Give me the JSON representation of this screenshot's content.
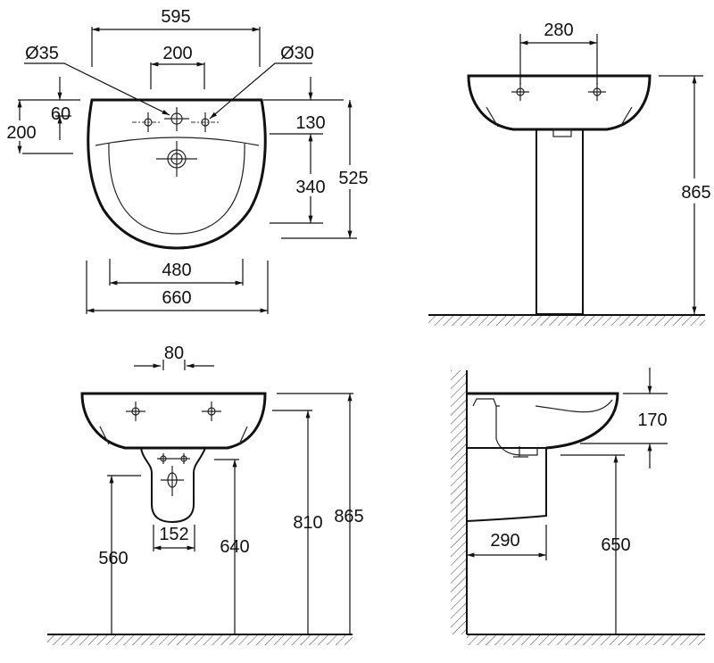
{
  "title": "Washbasin dimensional drawing",
  "units": "mm",
  "colors": {
    "line": "#111111",
    "background": "#ffffff"
  },
  "views": {
    "top": {
      "width_holes_outer": "595",
      "tap_spacing": "200",
      "hole_left_diameter": "Ø35",
      "hole_right_diameter": "Ø30",
      "hole_offset_edge": "60",
      "hole_to_drain": "200",
      "rim_to_bowl": "130",
      "bowl_depth": "340",
      "total_depth": "525",
      "bowl_width": "480",
      "total_width": "660"
    },
    "pedestal_front": {
      "hole_spacing": "280",
      "total_height": "865"
    },
    "semi_pedestal_front": {
      "fixing_spacing": "80",
      "pedestal_width": "152",
      "waste_height": "560",
      "fixing_height": "640",
      "basin_bottom_height": "810",
      "rim_height": "865"
    },
    "side": {
      "basin_height": "170",
      "projection": "290",
      "pedestal_bottom_height": "650"
    }
  }
}
